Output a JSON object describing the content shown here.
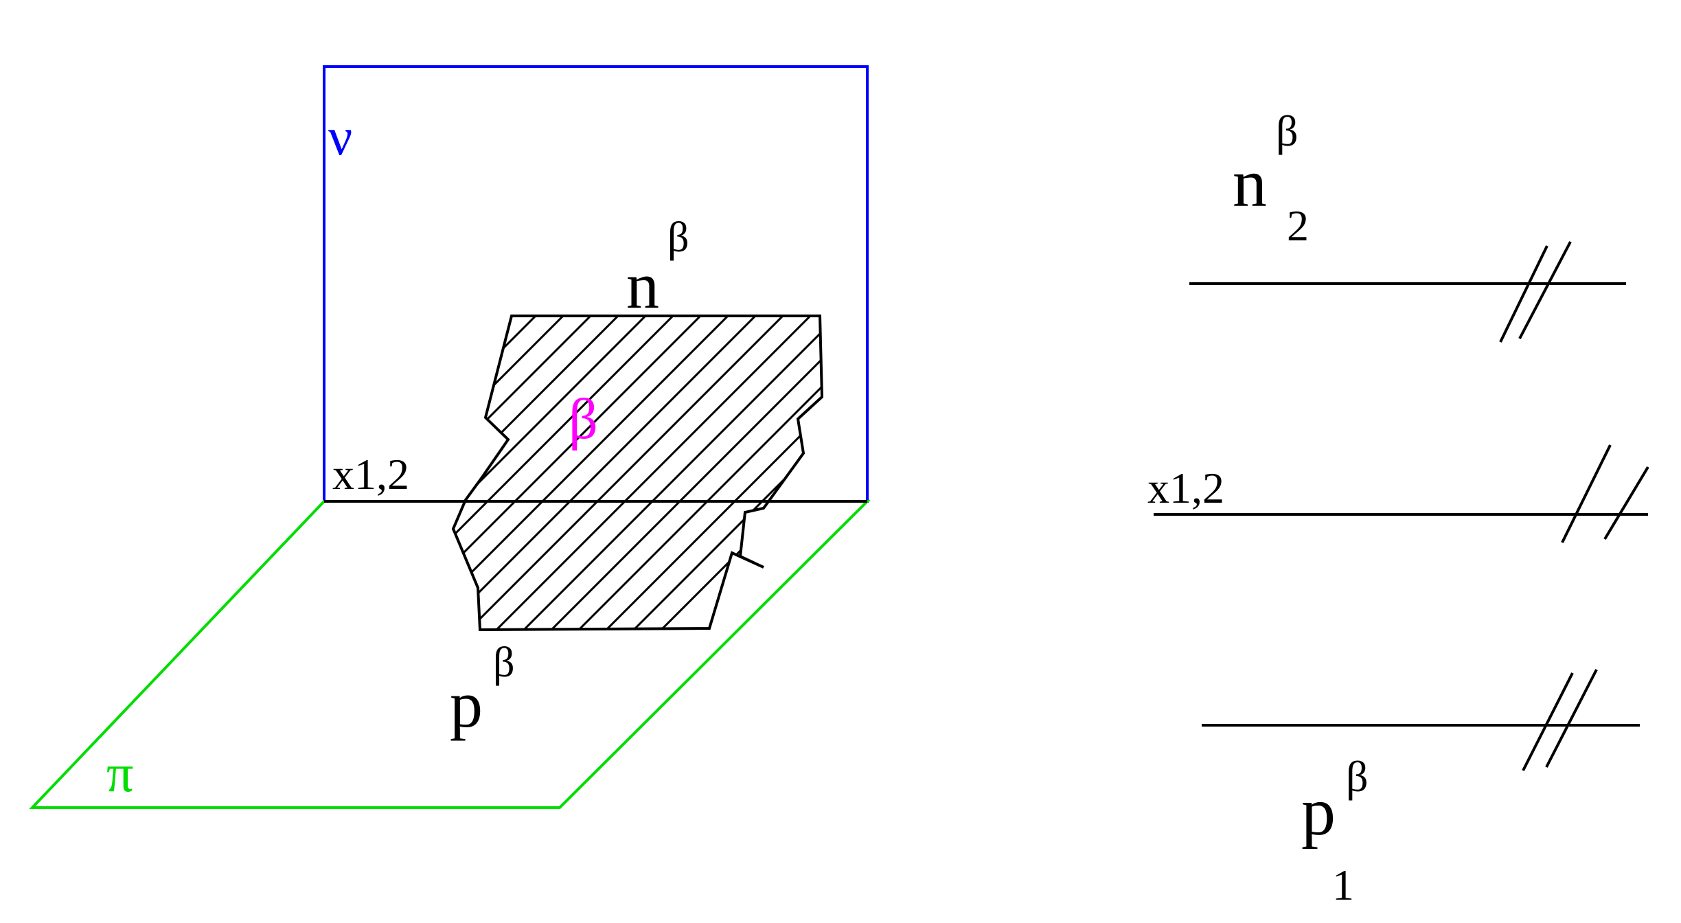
{
  "colors": {
    "frontal_plane": "#0000ff",
    "horizontal_plane": "#00dd00",
    "plane_beta_label": "#ff00ff",
    "lines": "#000000"
  },
  "left_figure": {
    "frontal_plane_label": "ν",
    "horizontal_plane_label": "π",
    "plane_label": "β",
    "axis_label": "x1,2",
    "frontal_trace": {
      "base": "n",
      "sup": "β"
    },
    "horizontal_trace": {
      "base": "p",
      "sup": "β"
    }
  },
  "right_figure": {
    "axis_label": "x1,2",
    "frontal_trace": {
      "base": "n",
      "sup": "β",
      "sub": "2"
    },
    "horizontal_trace": {
      "base": "p",
      "sup": "β",
      "sub": "1"
    }
  }
}
